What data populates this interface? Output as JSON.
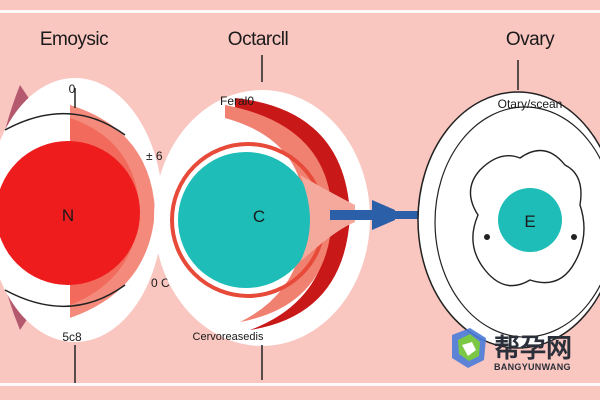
{
  "panels": {
    "left": {
      "title": "Emoysic",
      "top_mark": "0",
      "side_mark": "± 6",
      "center_letter": "N",
      "lower_mark": "0 C",
      "bottom_mark": "5c8"
    },
    "middle": {
      "title": "Octarcll",
      "top_label": "Feral0",
      "center_letter": "C",
      "bottom_label": "Cervoreasedis"
    },
    "right": {
      "title": "Ovary",
      "top_label": "Otary/scean",
      "center_letter": "E"
    }
  },
  "watermark": {
    "chinese": "帮孕网",
    "english": "BANGYUNWANG"
  },
  "colors": {
    "background": "#f9c6c0",
    "red_follicle": "#ee1c1c",
    "teal_cell": "#1fbdb8",
    "tube_blue": "#2b5fa8",
    "dark_red": "#c81818",
    "mauve": "#b55a6e"
  }
}
